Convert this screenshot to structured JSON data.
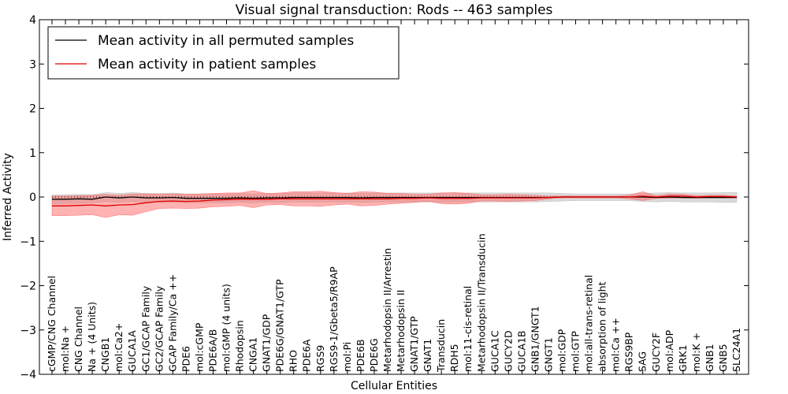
{
  "chart_data": {
    "type": "line",
    "title": "Visual signal transduction: Rods -- 463 samples",
    "xlabel": "Cellular Entities",
    "ylabel": "Inferred Activity",
    "ylim": [
      -4,
      4
    ],
    "yticks": [
      -4,
      -3,
      -2,
      -1,
      0,
      1,
      2,
      3,
      4
    ],
    "ytick_labels": [
      "−4",
      "−3",
      "−2",
      "−1",
      "0",
      "1",
      "2",
      "3",
      "4"
    ],
    "grid": false,
    "legend_position": "top-left",
    "categories": [
      "cGMP/CNG Channel",
      "mol:Na +",
      "CNG Channel",
      "Na + (4 Units)",
      "CNGB1",
      "mol:Ca2+",
      "GUCA1A",
      "GC1/GCAP Family",
      "GC2/GCAP Family",
      "GCAP Family/Ca ++",
      "PDE6",
      "mol:cGMP",
      "PDE6A/B",
      "mol:GMP (4 units)",
      "Rhodopsin",
      "CNGA1",
      "GNAT1/GDP",
      "PDE6G/GNAT1/GTP",
      "RHO",
      "PDE6A",
      "RGS9",
      "RGS9-1/Gbeta5/R9AP",
      "mol:Pi",
      "PDE6B",
      "PDE6G",
      "Metarhodopsin II/Arrestin",
      "Metarhodopsin II",
      "GNAT1/GTP",
      "GNAT1",
      "Transducin",
      "RDH5",
      "mol:11-cis-retinal",
      "Metarhodopsin II/Transducin",
      "GUCA1C",
      "GUCY2D",
      "GUCA1B",
      "GNB1/GNGT1",
      "GNGT1",
      "mol:GDP",
      "mol:GTP",
      "mol:all-trans-retinal",
      "absorption of light",
      "mol:Ca ++",
      "RGS9BP",
      "SAG",
      "GUCY2F",
      "mol:ADP",
      "GRK1",
      "mol:K +",
      "GNB1",
      "GNB5",
      "SLC24A1"
    ],
    "series": [
      {
        "name": "Mean activity in all permuted samples",
        "color": "#000000",
        "band_color": "#bbbbbb",
        "values": [
          -0.05,
          -0.05,
          -0.04,
          -0.05,
          0.0,
          -0.02,
          0.0,
          -0.02,
          -0.02,
          -0.01,
          -0.03,
          -0.03,
          -0.03,
          -0.03,
          -0.02,
          -0.03,
          -0.02,
          -0.02,
          -0.01,
          -0.01,
          -0.01,
          -0.01,
          -0.01,
          -0.02,
          -0.01,
          -0.01,
          -0.01,
          -0.01,
          -0.01,
          -0.01,
          -0.01,
          -0.01,
          -0.01,
          -0.01,
          -0.01,
          -0.01,
          -0.01,
          -0.01,
          0.0,
          0.0,
          0.0,
          0.0,
          0.0,
          0.0,
          0.0,
          -0.01,
          0.0,
          -0.01,
          -0.01,
          -0.01,
          -0.01,
          -0.01
        ],
        "lower": [
          -0.15,
          -0.15,
          -0.14,
          -0.13,
          -0.1,
          -0.12,
          -0.1,
          -0.12,
          -0.12,
          -0.11,
          -0.13,
          -0.13,
          -0.13,
          -0.13,
          -0.12,
          -0.13,
          -0.12,
          -0.12,
          -0.11,
          -0.11,
          -0.11,
          -0.11,
          -0.11,
          -0.12,
          -0.11,
          -0.11,
          -0.11,
          -0.11,
          -0.11,
          -0.11,
          -0.11,
          -0.11,
          -0.11,
          -0.11,
          -0.11,
          -0.11,
          -0.11,
          -0.1,
          -0.09,
          -0.08,
          -0.08,
          -0.08,
          -0.08,
          -0.08,
          -0.1,
          -0.11,
          -0.1,
          -0.11,
          -0.11,
          -0.11,
          -0.12,
          -0.12
        ],
        "upper": [
          0.05,
          0.05,
          0.06,
          0.05,
          0.1,
          0.08,
          0.1,
          0.08,
          0.08,
          0.09,
          0.07,
          0.07,
          0.07,
          0.07,
          0.08,
          0.07,
          0.08,
          0.08,
          0.09,
          0.09,
          0.09,
          0.09,
          0.09,
          0.08,
          0.09,
          0.09,
          0.09,
          0.09,
          0.09,
          0.09,
          0.09,
          0.09,
          0.09,
          0.09,
          0.09,
          0.09,
          0.09,
          0.09,
          0.08,
          0.07,
          0.07,
          0.07,
          0.07,
          0.07,
          0.08,
          0.09,
          0.1,
          0.09,
          0.09,
          0.09,
          0.1,
          0.1
        ]
      },
      {
        "name": "Mean activity in patient samples",
        "color": "#dd0000",
        "band_color": "#ff6666",
        "values": [
          -0.2,
          -0.2,
          -0.19,
          -0.18,
          -0.2,
          -0.18,
          -0.17,
          -0.13,
          -0.1,
          -0.09,
          -0.1,
          -0.09,
          -0.07,
          -0.06,
          -0.05,
          -0.05,
          -0.05,
          -0.04,
          -0.04,
          -0.04,
          -0.04,
          -0.04,
          -0.04,
          -0.04,
          -0.04,
          -0.04,
          -0.03,
          -0.03,
          -0.02,
          -0.03,
          -0.03,
          -0.03,
          -0.02,
          -0.02,
          -0.02,
          -0.02,
          -0.02,
          -0.01,
          0.0,
          0.0,
          0.0,
          0.0,
          0.0,
          0.0,
          0.02,
          0.0,
          0.02,
          0.02,
          0.0,
          0.01,
          0.01,
          0.0
        ],
        "lower": [
          -0.42,
          -0.42,
          -0.41,
          -0.4,
          -0.46,
          -0.4,
          -0.41,
          -0.33,
          -0.26,
          -0.25,
          -0.26,
          -0.25,
          -0.22,
          -0.21,
          -0.19,
          -0.24,
          -0.18,
          -0.17,
          -0.2,
          -0.2,
          -0.21,
          -0.18,
          -0.16,
          -0.2,
          -0.19,
          -0.16,
          -0.14,
          -0.12,
          -0.1,
          -0.15,
          -0.16,
          -0.14,
          -0.09,
          -0.09,
          -0.1,
          -0.09,
          -0.08,
          -0.04,
          -0.02,
          -0.02,
          -0.02,
          -0.02,
          -0.02,
          -0.04,
          -0.08,
          -0.03,
          -0.03,
          -0.02,
          -0.03,
          -0.02,
          -0.02,
          -0.02
        ],
        "upper": [
          0.02,
          0.02,
          0.03,
          0.04,
          0.06,
          0.04,
          0.07,
          0.07,
          0.06,
          0.07,
          0.06,
          0.07,
          0.08,
          0.09,
          0.09,
          0.14,
          0.08,
          0.09,
          0.12,
          0.12,
          0.13,
          0.1,
          0.08,
          0.12,
          0.11,
          0.08,
          0.08,
          0.06,
          0.06,
          0.09,
          0.1,
          0.08,
          0.05,
          0.05,
          0.06,
          0.05,
          0.04,
          0.02,
          0.02,
          0.02,
          0.02,
          0.02,
          0.02,
          0.04,
          0.12,
          0.03,
          0.07,
          0.06,
          0.03,
          0.04,
          0.04,
          0.02
        ]
      }
    ]
  }
}
